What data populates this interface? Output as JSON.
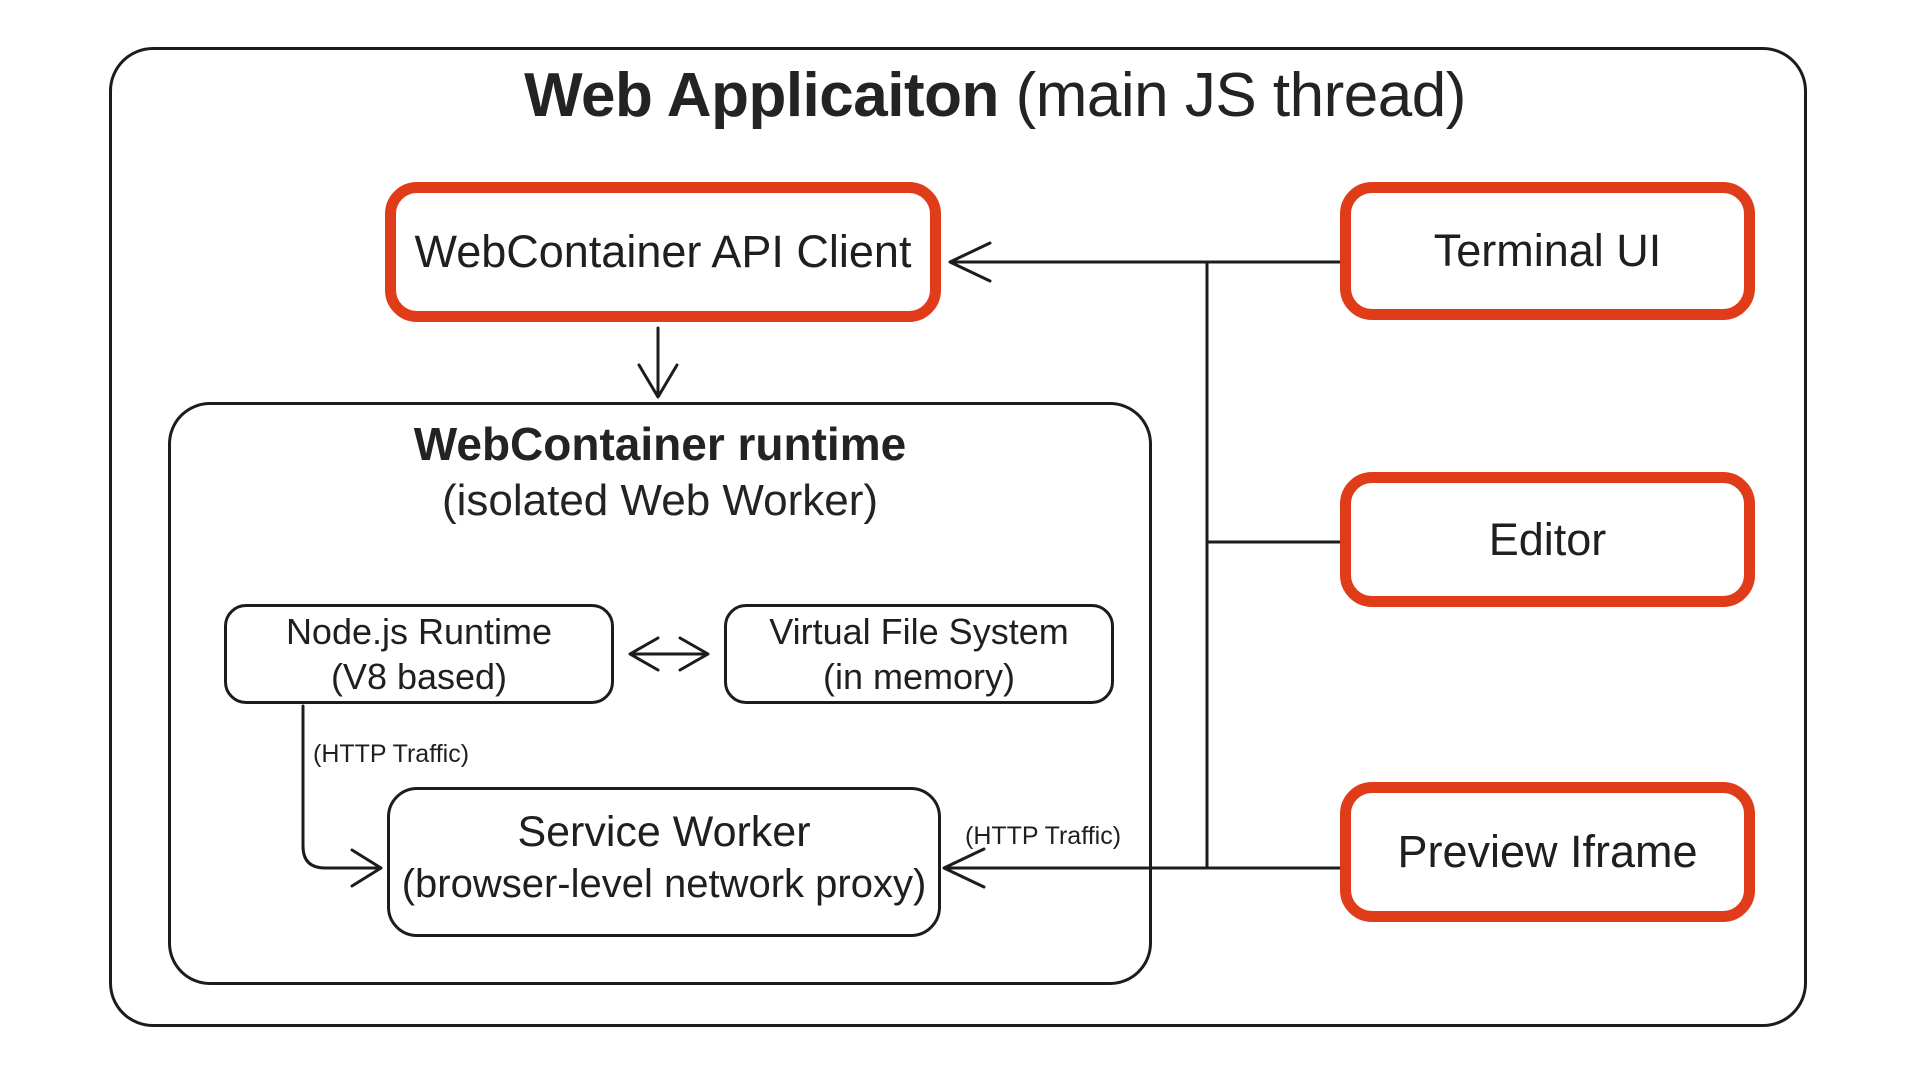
{
  "colors": {
    "accent_red": "#e03c1a",
    "line_black": "#1c1c1c",
    "text": "#1f1f1f",
    "background": "#ffffff"
  },
  "header": {
    "title_bold": "Web Applicaiton",
    "title_tail": " (main JS thread)"
  },
  "nodes": {
    "api_client": {
      "label": "WebContainer API Client"
    },
    "terminal_ui": {
      "label": "Terminal UI"
    },
    "editor": {
      "label": "Editor"
    },
    "preview_iframe": {
      "label": "Preview Iframe"
    },
    "runtime": {
      "title": "WebContainer runtime",
      "subtitle": "(isolated Web Worker)"
    },
    "node_runtime": {
      "line1": "Node.js Runtime",
      "line2": "(V8 based)"
    },
    "virtual_file_system": {
      "line1": "Virtual File System",
      "line2": "(in memory)"
    },
    "service_worker": {
      "line1": "Service Worker",
      "line2": "(browser-level network proxy)"
    }
  },
  "edge_labels": {
    "http_traffic_left": "(HTTP Traffic)",
    "http_traffic_right": "(HTTP Traffic)"
  }
}
